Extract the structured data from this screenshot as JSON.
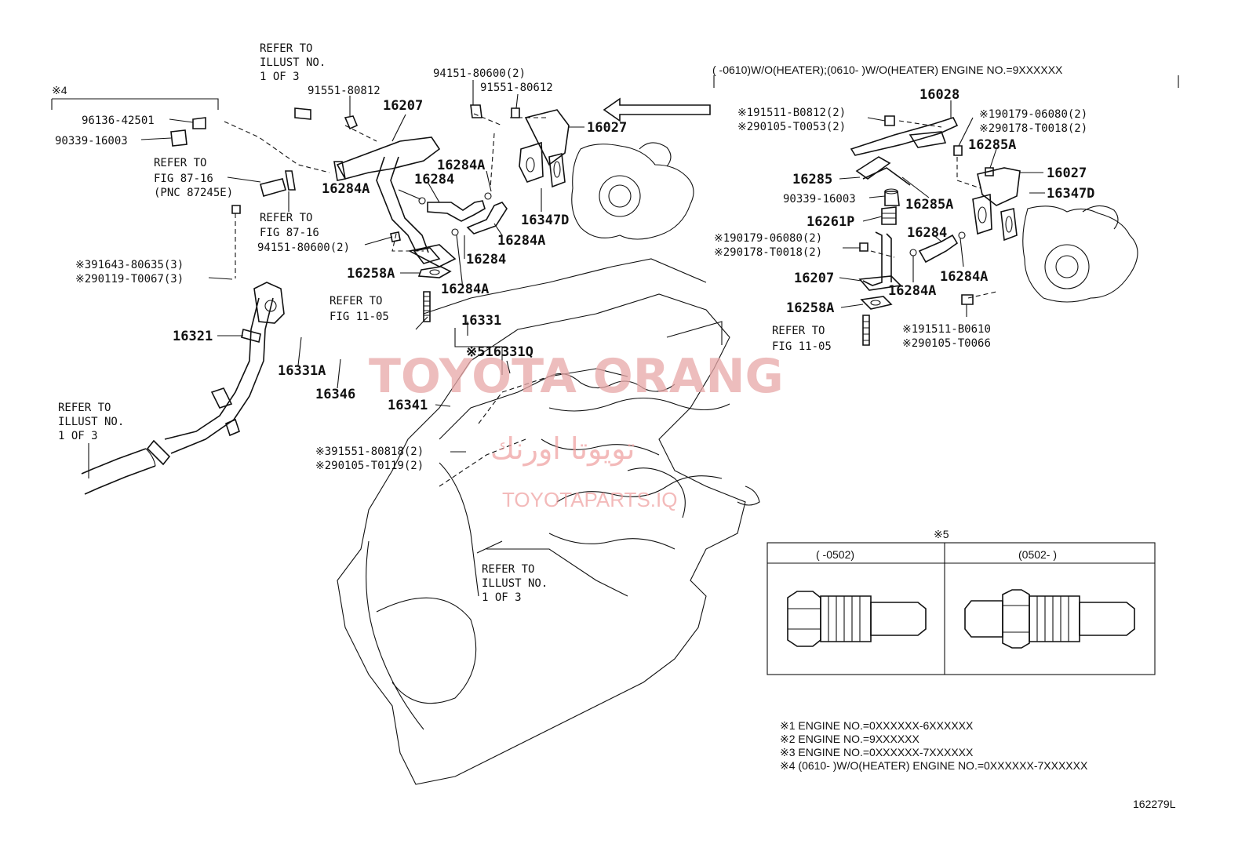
{
  "labels": {
    "refer_illust_top": [
      "REFER TO",
      "ILLUST NO.",
      "1 OF 3"
    ],
    "refer_illust_left": [
      "REFER TO",
      "ILLUST NO.",
      "1 OF 3"
    ],
    "refer_illust_bottom": [
      "REFER TO",
      "ILLUST NO.",
      "1 OF 3"
    ],
    "refer_fig_87_16_a": [
      "REFER TO",
      "FIG 87-16",
      "(PNC 87245E)"
    ],
    "refer_fig_87_16_b": [
      "REFER TO",
      "FIG 87-16"
    ],
    "refer_fig_11_05_a": [
      "REFER TO",
      "FIG 11-05"
    ],
    "refer_fig_11_05_b": [
      "REFER TO",
      "FIG 11-05"
    ],
    "note4_marker": "※4",
    "p_91551_80812": "91551-80812",
    "p_16207_left": "16207",
    "p_96136_42501": "96136-42501",
    "p_90339_16003_left": "90339-16003",
    "p_16284A_1": "16284A",
    "p_16284A_2": "16284A",
    "p_16284_1": "16284",
    "p_94151_80600_left": "94151-80600(2)",
    "p_94151_80600_top": "94151-80600(2)",
    "p_91551_80612": "91551-80612",
    "p_16027_left": "16027",
    "p_16347D_left": "16347D",
    "p_16284A_3": "16284A",
    "p_16284_2": "16284",
    "p_16258A_left": "16258A",
    "p_16284A_4": "16284A",
    "p_91643": "※391643-80635(3)",
    "p_290119": "※290119-T0067(3)",
    "p_16321": "16321",
    "p_16331A": "16331A",
    "p_16346": "16346",
    "p_16331": "16331",
    "p_16331Q": "※516331Q",
    "p_16341": "16341",
    "p_91551_80818": "※391551-80818(2)",
    "p_290105_T0119": "※290105-T0119(2)",
    "variant_header": "(      -0610)W/O(HEATER);(0610-      )W/O(HEATER) ENGINE NO.=9XXXXXX",
    "p_16028": "16028",
    "p_191511_B0812": "※191511-B0812(2)",
    "p_290105_T0053": "※290105-T0053(2)",
    "p_190179_06080_top": "※190179-06080(2)",
    "p_290178_T0018_top": "※290178-T0018(2)",
    "p_16285A_1": "16285A",
    "p_16027_right": "16027",
    "p_16347D_right": "16347D",
    "p_16285": "16285",
    "p_16285A_2": "16285A",
    "p_90339_16003_right": "90339-16003",
    "p_16261P": "16261P",
    "p_190179_06080_mid": "※190179-06080(2)",
    "p_290178_T0018_mid": "※290178-T0018(2)",
    "p_16284_right": "16284",
    "p_16207_right": "16207",
    "p_16284A_r1": "16284A",
    "p_16284A_r2": "16284A",
    "p_16258A_right": "16258A",
    "p_191511_B0610": "※191511-B0610",
    "p_290105_T0066": "※290105-T0066",
    "inset_marker": "※5",
    "inset_left_header": "(      -0502)",
    "inset_right_header": "(0502-      )"
  },
  "notes": [
    "※1 ENGINE NO.=0XXXXXX-6XXXXXX",
    "※2 ENGINE NO.=9XXXXXX",
    "※3 ENGINE NO.=0XXXXXX-7XXXXXX",
    "※4 (0610-       )W/O(HEATER) ENGINE NO.=0XXXXXX-7XXXXXX"
  ],
  "watermark": {
    "line1": "TOYOTA ORANG",
    "line2": "تويوتا اورنك",
    "line3": "TOYOTAPARTS.IQ"
  },
  "figure_id": "162279L"
}
